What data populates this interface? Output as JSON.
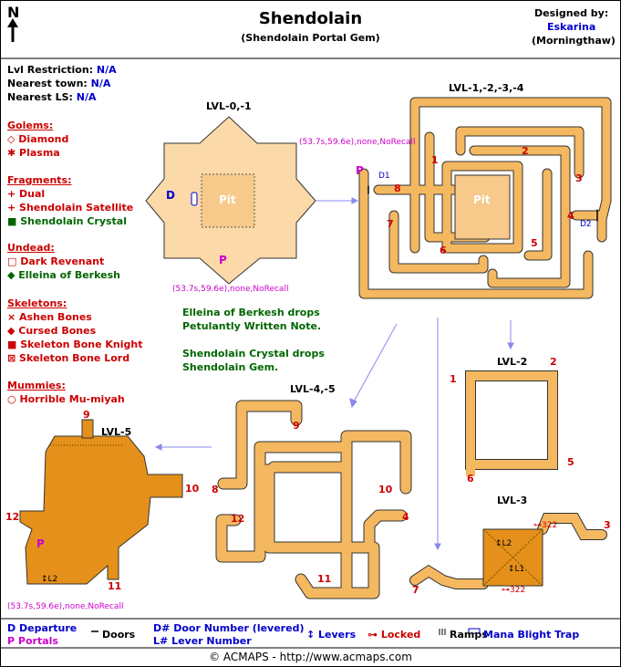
{
  "header": {
    "compass": "N",
    "title": "Shendolain",
    "subtitle": "(Shendolain Portal Gem)",
    "designed_by_label": "Designed by:",
    "designer": "Eskarina",
    "designer_server": "(Morningthaw)"
  },
  "info": {
    "lvl_label": "Lvl Restriction:",
    "lvl_value": "N/A",
    "town_label": "Nearest town:",
    "town_value": "N/A",
    "ls_label": "Nearest LS:",
    "ls_value": "N/A"
  },
  "legend_left": {
    "golems_title": "Golems:",
    "golems": [
      "Diamond",
      "Plasma"
    ],
    "fragments_title": "Fragments:",
    "fragments": [
      "Dual",
      "Shendolain Satellite",
      "Shendolain Crystal"
    ],
    "undead_title": "Undead:",
    "undead": [
      "Dark Revenant",
      "Elleina of Berkesh"
    ],
    "skeletons_title": "Skeletons:",
    "skeletons": [
      "Ashen Bones",
      "Cursed Bones",
      "Skeleton Bone Knight",
      "Skeleton Bone Lord"
    ],
    "mummies_title": "Mummies:",
    "mummies": [
      "Horrible Mu-miyah"
    ]
  },
  "notes": {
    "note1_line1": "Elleina of Berkesh drops",
    "note1_line2": "Petulantly Written Note.",
    "note2_line1": "Shendolain Crystal drops",
    "note2_line2": "Shendolain Gem."
  },
  "maps": {
    "lvl0": {
      "label": "LVL-0,-1",
      "pit": "Pit",
      "departure": "D",
      "portal": "P",
      "coords": "(53.7s,59.6e),none,NoRecall"
    },
    "lvl1": {
      "label": "LVL-1,-2,-3,-4",
      "pit": "Pit",
      "coords": "(53.7s,59.6e),none,NoRecall",
      "portal": "P",
      "numbers": [
        "1",
        "2",
        "3",
        "4",
        "5",
        "6",
        "7",
        "8"
      ],
      "door1": "D1",
      "door2": "D2"
    },
    "lvl2": {
      "label": "LVL-2",
      "numbers": [
        "1",
        "2",
        "5",
        "6"
      ]
    },
    "lvl3": {
      "label": "LVL-3",
      "numbers": [
        "3",
        "7"
      ],
      "locks": [
        "322",
        "322"
      ],
      "levers": [
        "L2",
        "L1"
      ]
    },
    "lvl4": {
      "label": "LVL-4,-5",
      "numbers": [
        "9",
        "8",
        "10",
        "12",
        "4",
        "11"
      ]
    },
    "lvl5": {
      "label": "LVL-5",
      "numbers": [
        "9",
        "10",
        "12",
        "11"
      ],
      "portal": "P",
      "lever": "L2",
      "coords": "(53.7s,59.6e),none,NoRecall"
    }
  },
  "legend_bottom": {
    "departure_key": "D",
    "departure": "Departure",
    "portals_key": "P",
    "portals": "Portals",
    "doors": "Doors",
    "door_number_key": "D#",
    "door_number": "Door Number (levered)",
    "lever_number_key": "L#",
    "lever_number": "Lever Number",
    "levers": "Levers",
    "locked": "Locked",
    "ramps": "Ramps",
    "mana_trap": "Mana Blight Trap"
  },
  "footer": "© ACMAPS - http://www.acmaps.com",
  "colors": {
    "tunnel": "#f4b860",
    "tunnel_dark": "#e5901a",
    "room": "#fbd9a8",
    "pit": "#f7c98a",
    "arrow": "#8888ee"
  }
}
